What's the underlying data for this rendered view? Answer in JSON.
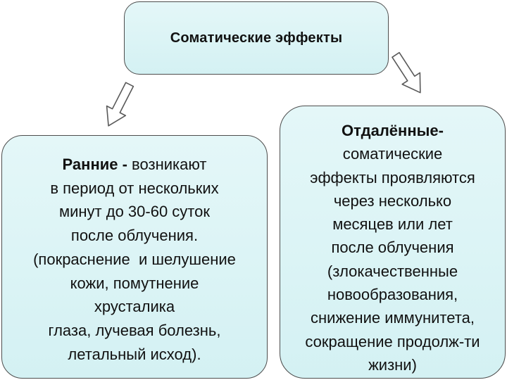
{
  "diagram": {
    "top": {
      "title": "Соматические эффекты"
    },
    "left": {
      "lead_bold": "Ранние -",
      "lead_rest": " возникают",
      "lines": [
        "в период от нескольких",
        "минут до 30-60 суток",
        "после облучения.",
        "(покраснение  и шелушение",
        "кожи, помутнение",
        "хрусталика",
        "глаза, лучевая болезнь,",
        "летальный исход)."
      ]
    },
    "right": {
      "lead_bold": "Отдалённые-",
      "lines": [
        "соматические",
        "эффекты проявляются",
        "через несколько",
        "месяцев или лет",
        "после облучения",
        "(злокачественные",
        "новообразования,",
        "снижение иммунитета,",
        "сокращение продолж-ти",
        "жизни)"
      ]
    },
    "colors": {
      "box_fill": "#d8f2f4",
      "box_border": "#4d4d4d",
      "text": "#111111",
      "arrow_fill": "#ffffff",
      "arrow_border": "#595959"
    }
  }
}
